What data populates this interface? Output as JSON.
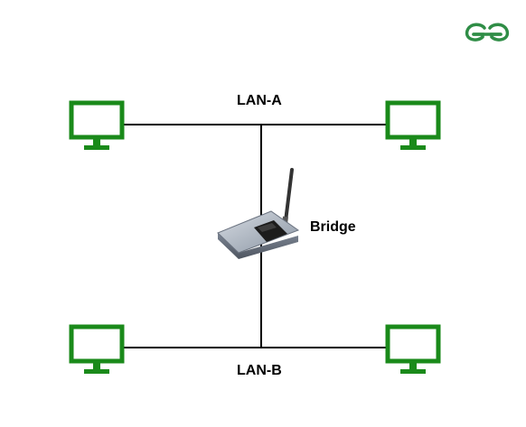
{
  "diagram": {
    "lan_a_label": "LAN-A",
    "lan_b_label": "LAN-B",
    "bridge_label": "Bridge",
    "logo_text": "GG",
    "colors": {
      "monitor": "#1a8a1a",
      "line": "#000000",
      "logo": "#2f8d46",
      "bridge_body": "#8f9aa8",
      "bridge_panel": "#1c1c1c"
    },
    "icons": {
      "computer": "monitor-icon",
      "bridge": "wireless-router-icon",
      "logo": "geeksforgeeks-logo"
    }
  }
}
